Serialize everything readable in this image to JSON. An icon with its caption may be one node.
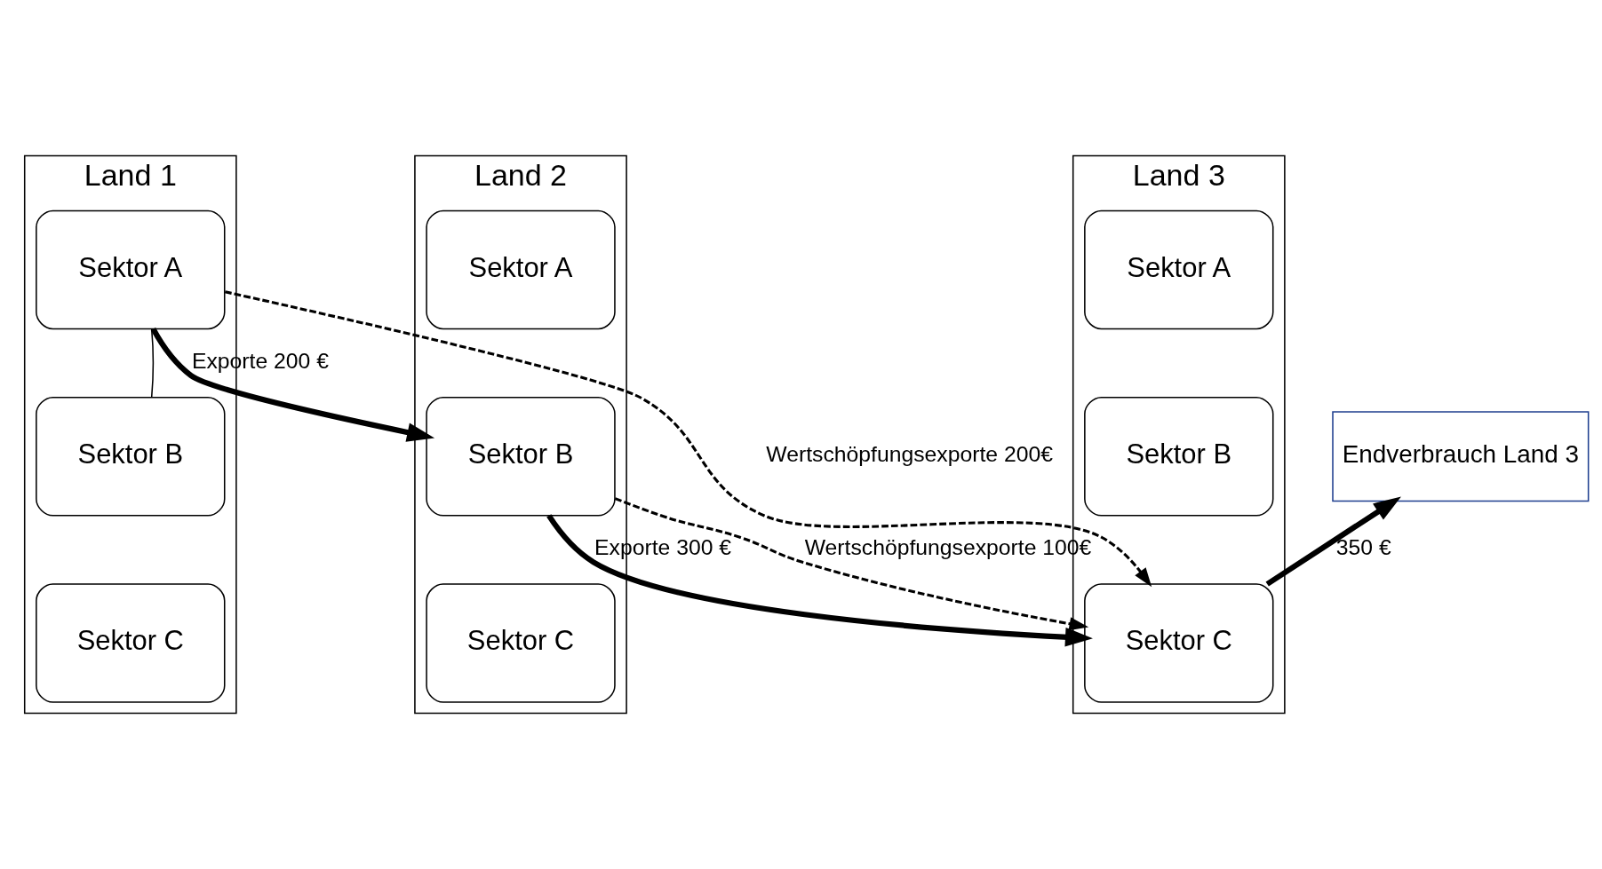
{
  "diagram": {
    "nodes": [
      {
        "text": [
          "Land 1"
        ]
      },
      {
        "text": [
          "Sektor A"
        ],
        "in": 0
      },
      {
        "text": [
          "Sektor B"
        ],
        "in": 0
      },
      {
        "text": [
          "Sektor C"
        ],
        "in": 0
      },
      {
        "text": [
          "Land 2"
        ]
      },
      {
        "text": [
          "Sektor A"
        ],
        "in": 4
      },
      {
        "text": [
          "Sektor B"
        ],
        "in": 4
      },
      {
        "text": [
          "Sektor C"
        ],
        "in": 4
      },
      {
        "text": [
          "Land 3"
        ]
      },
      {
        "text": [
          "Sektor A"
        ],
        "in": 8
      },
      {
        "text": [
          "Sektor B"
        ],
        "in": 8
      },
      {
        "text": [
          "Sektor C"
        ],
        "in": 8
      },
      {
        "text": [
          "Endverbrauch Land 3"
        ]
      }
    ],
    "edges": [
      {
        "from": 1,
        "to": 2,
        "arrow": "none"
      },
      {
        "from": 1,
        "to": 6,
        "arrow": "to",
        "label": "Exporte 200 €",
        "style": "thick"
      },
      {
        "from": 6,
        "to": 11,
        "arrow": "to",
        "label": "Exporte 300 €",
        "style": "thick"
      },
      {
        "from": 11,
        "to": 12,
        "arrow": "to",
        "label": "350 €",
        "style": "thick"
      },
      {
        "from": 6,
        "to": 11,
        "arrow": "to",
        "label": "Wertschöpfungsexporte 100€",
        "style": "dashed"
      },
      {
        "from": 1,
        "to": 11,
        "arrow": "to",
        "label": "Wertschöpfungsexporte 200€",
        "style": "dashed"
      }
    ]
  }
}
